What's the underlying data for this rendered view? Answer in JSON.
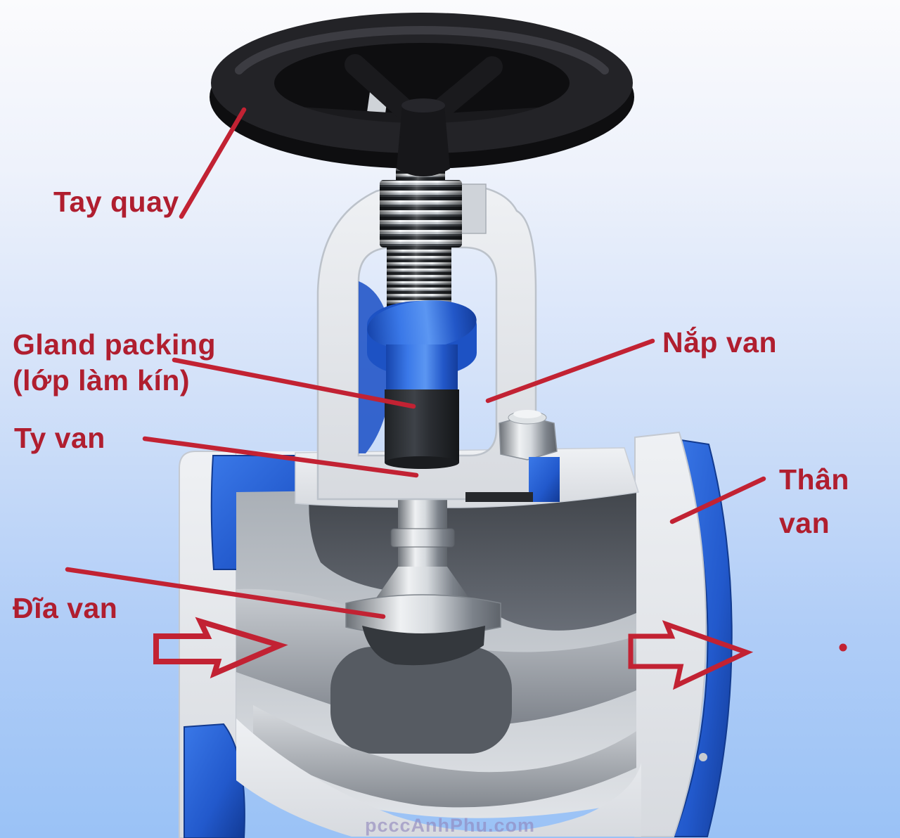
{
  "title": "Globe valve cutaway diagram",
  "labels": {
    "tay_quay": "Tay quay",
    "gland_packing_1": "Gland packing",
    "gland_packing_2": "(lớp làm kín)",
    "ty_van": "Ty van",
    "nap_van": "Nắp van",
    "than_van_1": "Thân",
    "than_van_2": "van",
    "dia_van": "Đĩa van"
  },
  "watermark": "pcccAnhPhu.com",
  "parts": {
    "handwheel": "Tay quay (handwheel)",
    "gland_packing": "Gland packing (lớp làm kín)",
    "stem": "Ty van (stem)",
    "bonnet": "Nắp van (bonnet)",
    "body": "Thân van (body)",
    "disc": "Đĩa van (disc)"
  },
  "colors": {
    "label_red": "#b01e2f",
    "annotation_red": "#c22233",
    "valve_blue": "#2a63d8",
    "packing_black": "#26282c",
    "background_top": "#fbfbfd",
    "background_bottom": "#9ac2f6"
  }
}
